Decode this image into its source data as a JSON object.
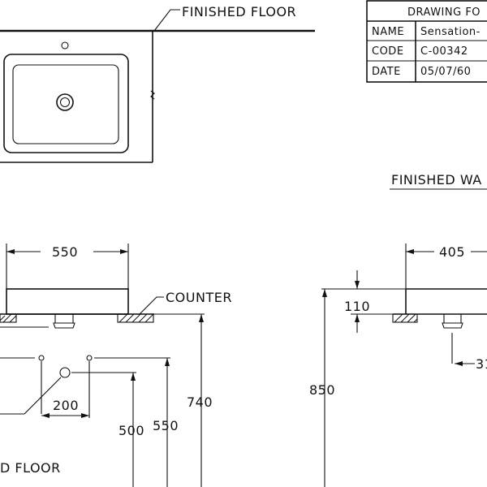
{
  "labels": {
    "finished_floor_top": "FINISHED FLOOR",
    "finished_wall": "FINISHED WA",
    "counter": "COUNTER",
    "finished_floor_bottom": "D FLOOR"
  },
  "title_block": {
    "header": "DRAWING FO",
    "rows": [
      {
        "key": "NAME",
        "value": "Sensation-"
      },
      {
        "key": "CODE",
        "value": "C-00342"
      },
      {
        "key": "DATE",
        "value": "05/07/60"
      }
    ]
  },
  "dimensions": {
    "width_front": "550",
    "depth_side": "405",
    "rim_height": "110",
    "counter_height": "850",
    "height_740": "740",
    "height_550": "550",
    "height_500": "500",
    "offset_200": "200",
    "side_offset": "31"
  }
}
